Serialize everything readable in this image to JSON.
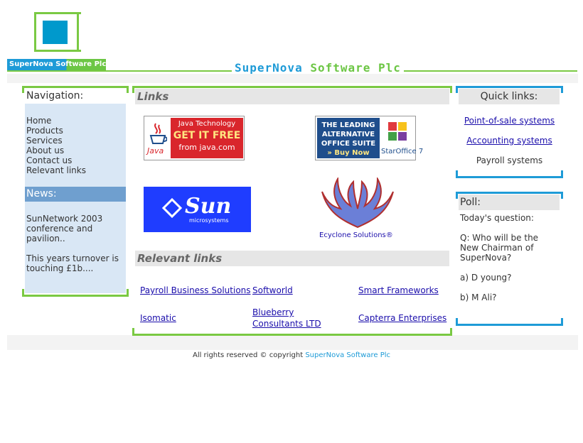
{
  "header": {
    "logo_text": "SuperNova Software Plc",
    "title_part1": "SuperNova",
    "title_part2": "Software Plc"
  },
  "navigation": {
    "heading": "Navigation:",
    "items": [
      "Home",
      "Products",
      "Services",
      "About us",
      "Contact us",
      "Relevant links"
    ]
  },
  "news": {
    "heading": "News:",
    "items": [
      "SunNetwork 2003 conference and pavilion..",
      "This years turnover is touching £1b...."
    ]
  },
  "links_section": {
    "heading": "Links",
    "java_ad": {
      "line1": "Java Technology",
      "line2": "GET IT FREE",
      "line3": "from java.com",
      "brand": "Java"
    },
    "staroffice_ad": {
      "line1": "THE LEADING",
      "line2": "ALTERNATIVE",
      "line3": "OFFICE SUITE",
      "line4": "» Buy Now",
      "brand": "StarOffice 7"
    },
    "sun_ad": {
      "brand": "Sun",
      "sub": "microsystems"
    },
    "ecyclone_label": "Ecyclone Solutions®"
  },
  "relevant_links": {
    "heading": "Relevant links",
    "items": [
      "Payroll Business Solutions",
      "Softworld",
      "Smart Frameworks",
      "Isomatic",
      "Blueberry Consultants LTD",
      "Capterra Enterprises"
    ]
  },
  "quick_links": {
    "heading": "Quick links:",
    "items": [
      "Point-of-sale systems",
      "Accounting systems",
      "Payroll systems"
    ]
  },
  "poll": {
    "heading": "Poll:",
    "question_label": "Today's question:",
    "question": "Q: Who will be the New Chairman of SuperNova?",
    "options": [
      "a) D young?",
      "b) M Ali?"
    ]
  },
  "footer": {
    "prefix": "All rights reserved © copyright",
    "brand": "SuperNova Software Plc"
  },
  "colors": {
    "green": "#7ac943",
    "blue": "#1e9bd7",
    "nav_bg": "#d9e7f5",
    "news_head": "#6f9fcf"
  }
}
